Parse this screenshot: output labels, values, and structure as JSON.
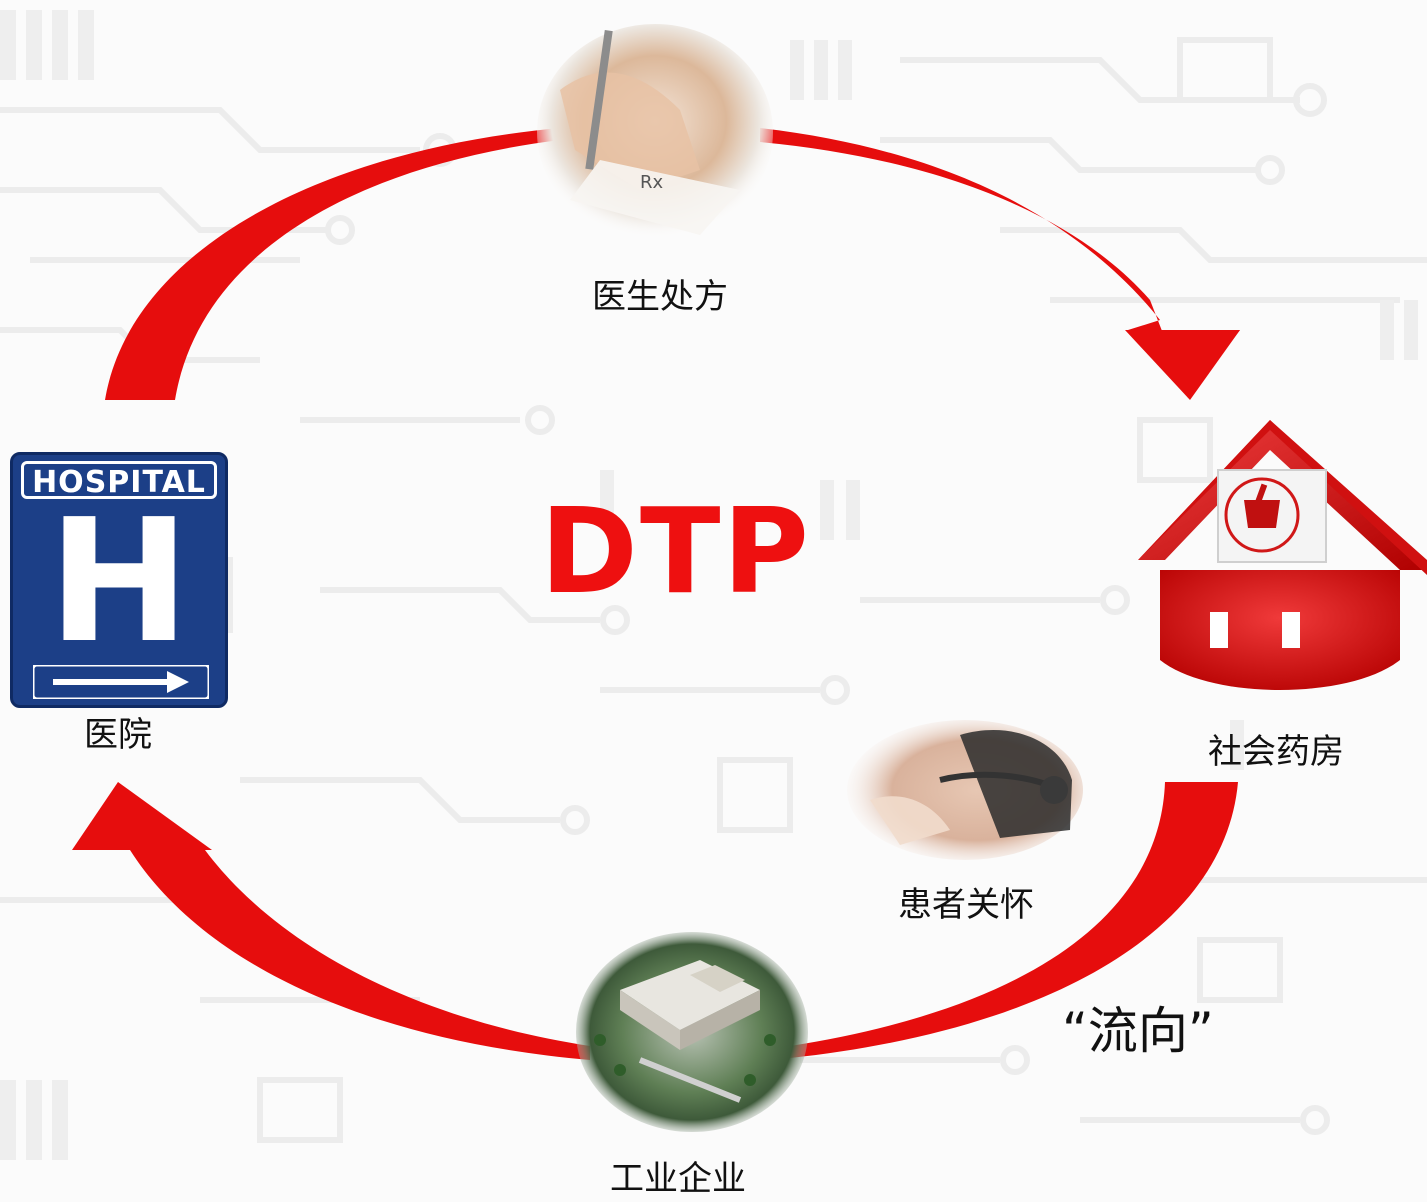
{
  "diagram": {
    "title": "DTP",
    "nodes": {
      "prescription": {
        "label": "医生处方",
        "icon": "doctor-writing-prescription-icon"
      },
      "pharmacy": {
        "label": "社会药房",
        "icon": "pharmacy-house-icon"
      },
      "patient_care": {
        "label": "患者关怀",
        "icon": "call-center-headset-icon"
      },
      "industry": {
        "label": "工业企业",
        "icon": "industrial-plant-icon"
      },
      "hospital": {
        "label": "医院",
        "icon": "hospital-sign-icon",
        "sign_text": "HOSPITAL",
        "sign_letter": "H"
      }
    },
    "flow_label": "“流向”"
  },
  "colors": {
    "arrow_red": "#e60d0d",
    "title_red": "#ee1010",
    "sign_blue": "#1c3f87",
    "background": "#fbfbfb"
  }
}
